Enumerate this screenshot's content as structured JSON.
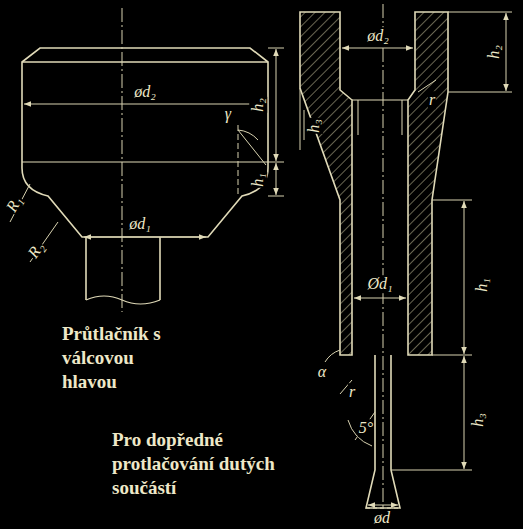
{
  "diagram": {
    "labels": [
      "ød₂",
      "h₂",
      "γ",
      "R₁",
      "h₁",
      "R₂",
      "ød₁",
      "Průtlačník s válcovou hlavou",
      "ød₂",
      "h₂",
      "r",
      "h₃",
      "Ød₁",
      "h₁",
      "α",
      "r",
      "h₃",
      "5°",
      "ød",
      "Pro dopředné protlačování dutých součástí"
    ]
  }
}
